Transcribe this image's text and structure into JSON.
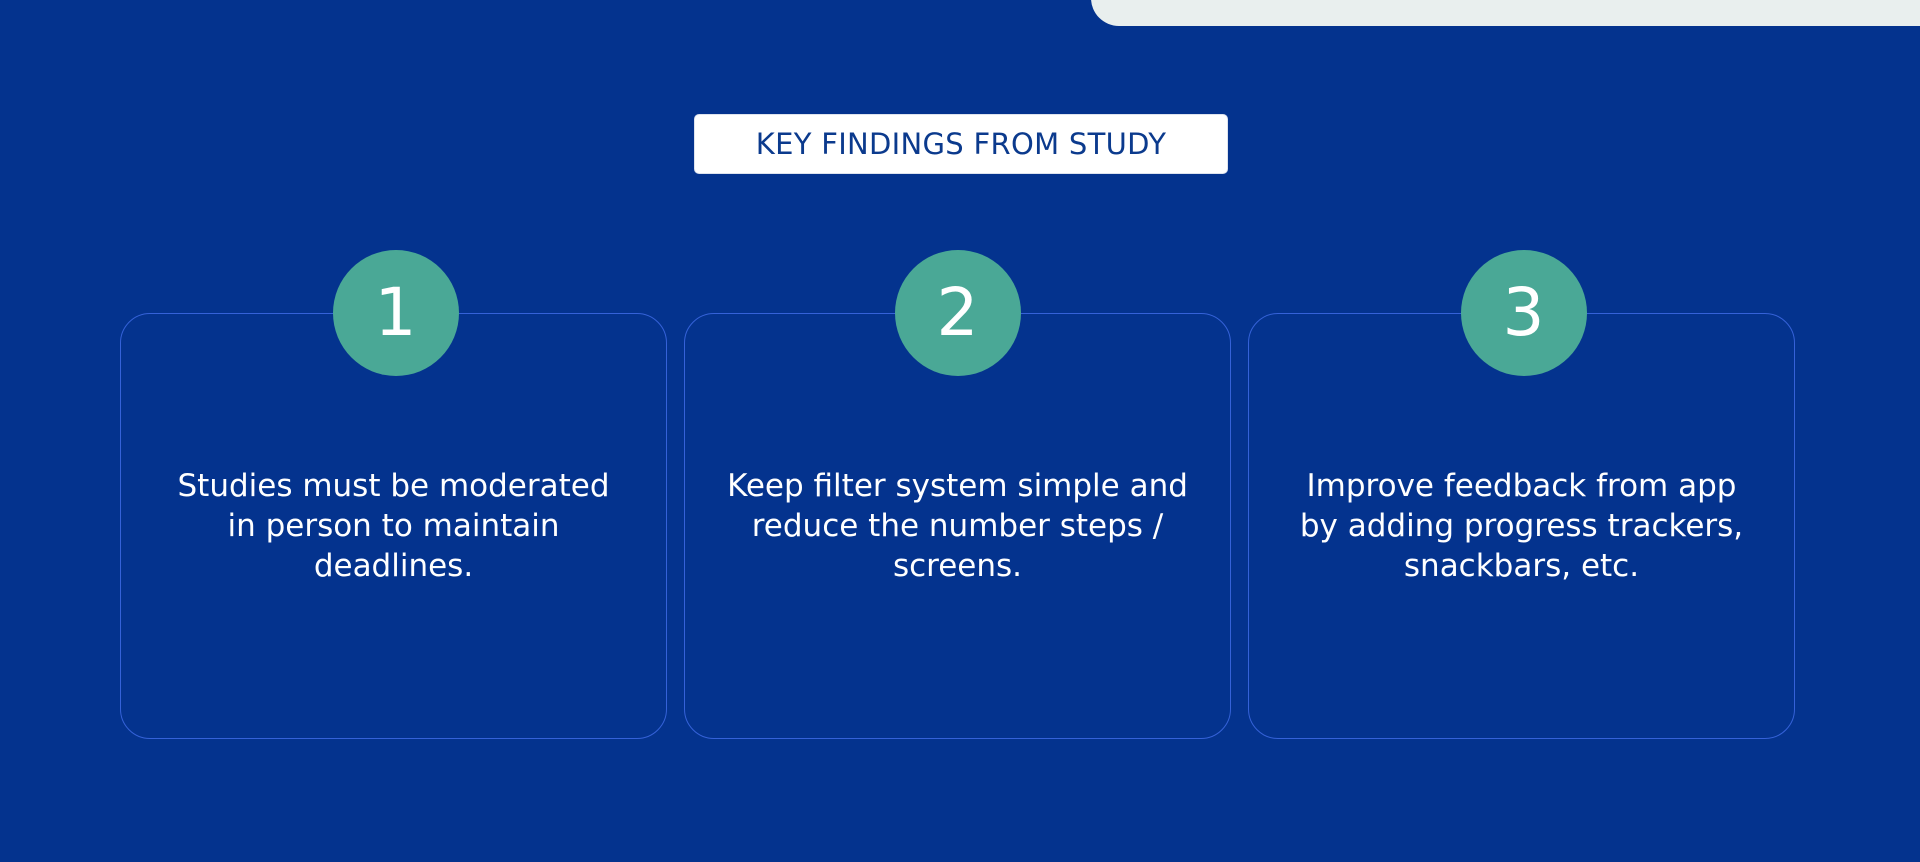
{
  "header": {
    "title": "KEY FINDINGS FROM STUDY"
  },
  "findings": [
    {
      "number": "1",
      "text": "Studies must be moderated in person to maintain deadlines."
    },
    {
      "number": "2",
      "text": "Keep filter system simple and reduce the number steps / screens."
    },
    {
      "number": "3",
      "text": "Improve feedback from app by adding progress trackers, snackbars, etc."
    }
  ],
  "colors": {
    "background": "#04338e",
    "accent_circle": "#4aa896",
    "card_border": "#3562d8",
    "title_text": "#0b3a8d",
    "top_panel": "#e9efee"
  }
}
